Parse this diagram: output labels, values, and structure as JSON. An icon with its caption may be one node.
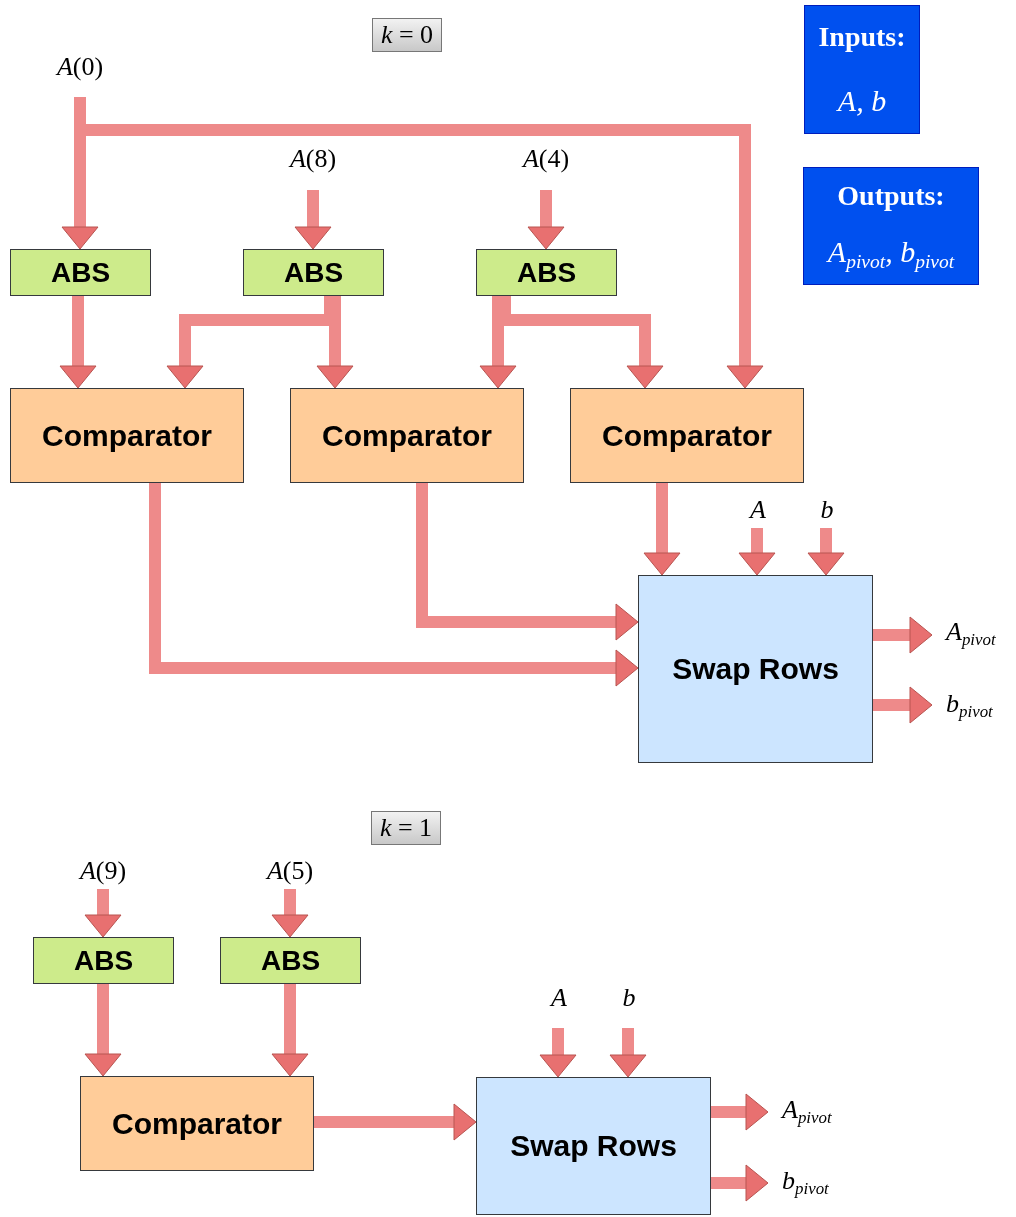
{
  "diagram": {
    "nodes": [
      {
        "text": [
          "*k* = 0"
        ]
      },
      {
        "text": [
          "Inputs:",
          "A, b"
        ]
      },
      {
        "text": [
          "Outputs:",
          "A$_{pivot}$, b$_{pivot}$"
        ]
      },
      {
        "text": [
          "*A*(0)"
        ]
      },
      {
        "text": [
          "*A*(8)"
        ]
      },
      {
        "text": [
          "*A*(4)"
        ]
      },
      {
        "text": [
          "ABS"
        ]
      },
      {
        "text": [
          "ABS"
        ]
      },
      {
        "text": [
          "ABS"
        ]
      },
      {
        "text": [
          "Comparator"
        ]
      },
      {
        "text": [
          "Comparator"
        ]
      },
      {
        "text": [
          "Comparator"
        ]
      },
      {
        "text": [
          "A"
        ]
      },
      {
        "text": [
          "b"
        ]
      },
      {
        "text": [
          "Swap Rows"
        ]
      },
      {
        "text": [
          "A$_{pivot}$"
        ]
      },
      {
        "text": [
          "b$_{pivot}$"
        ]
      },
      {
        "text": [
          "*k* = 1"
        ]
      },
      {
        "text": [
          "*A*(9)"
        ]
      },
      {
        "text": [
          "*A*(5)"
        ]
      },
      {
        "text": [
          "ABS"
        ]
      },
      {
        "text": [
          "ABS"
        ]
      },
      {
        "text": [
          "Comparator"
        ]
      },
      {
        "text": [
          "A"
        ]
      },
      {
        "text": [
          "b"
        ]
      },
      {
        "text": [
          "Swap Rows"
        ]
      },
      {
        "text": [
          "A$_{pivot}$"
        ]
      },
      {
        "text": [
          "b$_{pivot}$"
        ]
      }
    ],
    "edges": [
      {
        "from": 3,
        "to": 6,
        "arrow": "to"
      },
      {
        "from": 3,
        "to": 11,
        "arrow": "to"
      },
      {
        "from": 4,
        "to": 7,
        "arrow": "to"
      },
      {
        "from": 5,
        "to": 8,
        "arrow": "to"
      },
      {
        "from": 6,
        "to": 9,
        "arrow": "to"
      },
      {
        "from": 7,
        "to": 9,
        "arrow": "to"
      },
      {
        "from": 7,
        "to": 10,
        "arrow": "to"
      },
      {
        "from": 8,
        "to": 10,
        "arrow": "to"
      },
      {
        "from": 8,
        "to": 11,
        "arrow": "to"
      },
      {
        "from": 9,
        "to": 14,
        "arrow": "to"
      },
      {
        "from": 10,
        "to": 14,
        "arrow": "to"
      },
      {
        "from": 11,
        "to": 14,
        "arrow": "to"
      },
      {
        "from": 12,
        "to": 14,
        "arrow": "to"
      },
      {
        "from": 13,
        "to": 14,
        "arrow": "to"
      },
      {
        "from": 14,
        "to": 15,
        "arrow": "to"
      },
      {
        "from": 14,
        "to": 16,
        "arrow": "to"
      },
      {
        "from": 18,
        "to": 20,
        "arrow": "to"
      },
      {
        "from": 19,
        "to": 21,
        "arrow": "to"
      },
      {
        "from": 20,
        "to": 22,
        "arrow": "to"
      },
      {
        "from": 21,
        "to": 22,
        "arrow": "to"
      },
      {
        "from": 22,
        "to": 25,
        "arrow": "to"
      },
      {
        "from": 23,
        "to": 25,
        "arrow": "to"
      },
      {
        "from": 24,
        "to": 25,
        "arrow": "to"
      },
      {
        "from": 25,
        "to": 26,
        "arrow": "to"
      },
      {
        "from": 25,
        "to": 27,
        "arrow": "to"
      }
    ]
  }
}
